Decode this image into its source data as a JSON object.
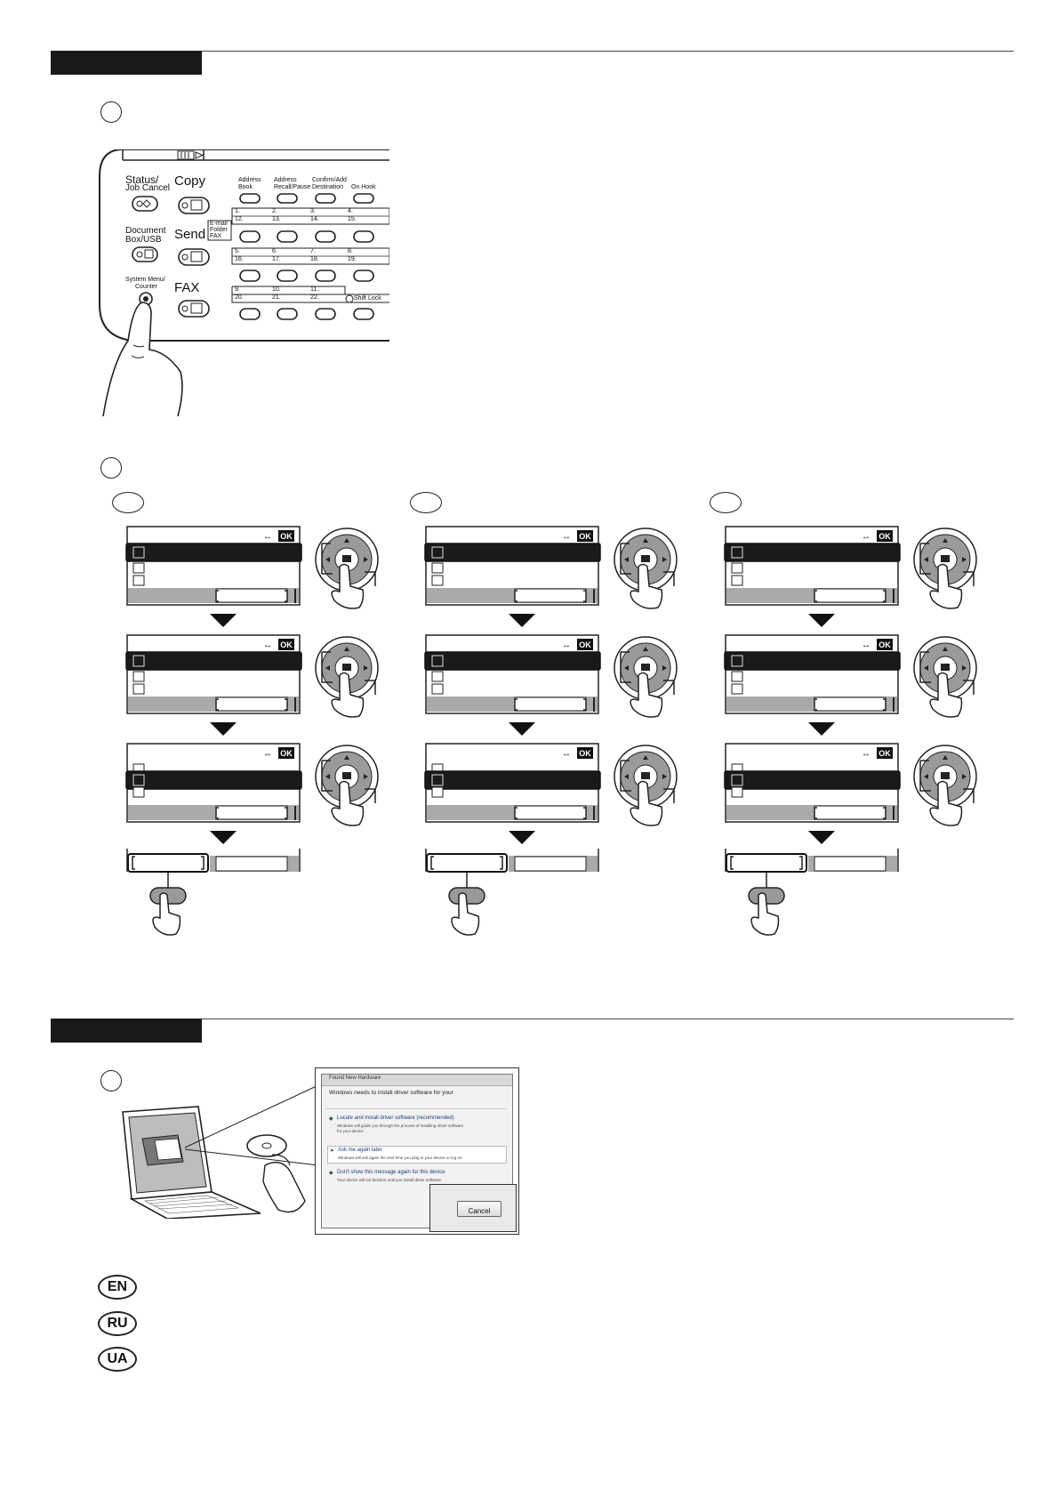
{
  "control_panel": {
    "status_label_1": "Status/",
    "status_label_2": "Job Cancel",
    "copy_label": "Copy",
    "document_label_1": "Document",
    "document_label_2": "Box/USB",
    "send_label": "Send",
    "send_badge": [
      "E-mail",
      "Folder",
      "FAX"
    ],
    "system_label_1": "System Menu/",
    "system_label_2": "Counter",
    "fax_label": "FAX",
    "top_buttons": [
      {
        "line1": "Address",
        "line2": "Book"
      },
      {
        "line1": "Address",
        "line2": "Recall/Pause"
      },
      {
        "line1": "Confirm/Add",
        "line2": "Destination"
      },
      {
        "line1": "",
        "line2": "On Hook"
      }
    ],
    "one_touch_rows": [
      {
        "top": [
          "1.",
          "2.",
          "3.",
          "4."
        ],
        "bottom": [
          "12.",
          "13.",
          "14.",
          "15."
        ]
      },
      {
        "top": [
          "5.",
          "6.",
          "7.",
          "8."
        ],
        "bottom": [
          "16.",
          "17.",
          "18.",
          "19."
        ]
      },
      {
        "top": [
          "9.",
          "10.",
          "11.",
          ""
        ],
        "bottom": [
          "20.",
          "21.",
          "22.",
          ""
        ]
      }
    ],
    "shift_lock_label": "Shift Lock"
  },
  "lcd": {
    "ok_label": "OK"
  },
  "dialog": {
    "title": "Found New Hardware",
    "heading": "Windows needs to install driver software for your",
    "option1_title": "Locate and install driver software (recommended)",
    "option1_desc_1": "Windows will guide you through the process of installing driver software",
    "option1_desc_2": "for your device.",
    "option2_title": "Ask me again later",
    "option2_desc": "Windows will ask again the next time you plug in your device or log on.",
    "option3_title": "Don't show this message again for this device",
    "option3_desc": "Your device will not function until you install driver software.",
    "cancel_label": "Cancel"
  },
  "languages": [
    "EN",
    "RU",
    "UA"
  ]
}
